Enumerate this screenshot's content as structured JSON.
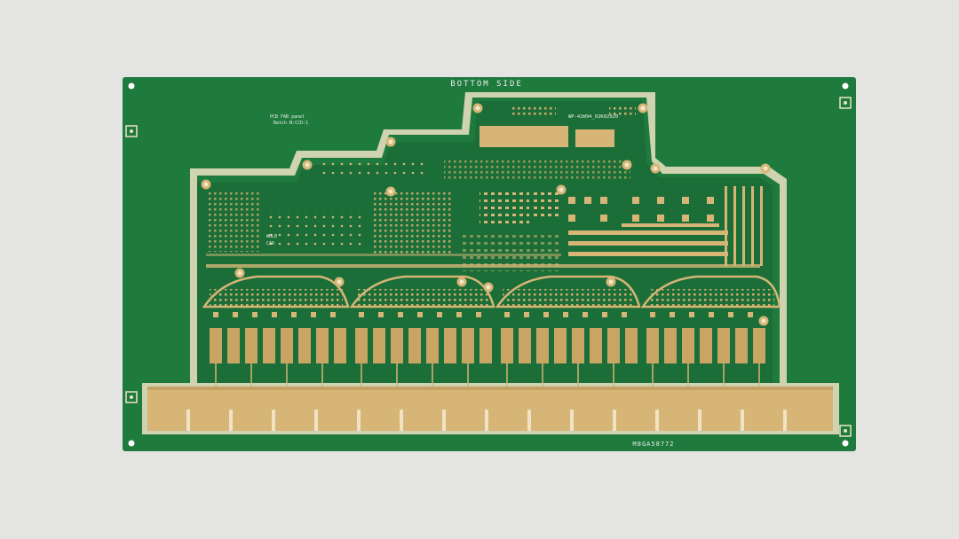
{
  "image": {
    "subject": "pcb-panel",
    "colors": {
      "background": "#e4e4e3",
      "soldermask": "#1f7a3e",
      "soldermask_dark": "#17602f",
      "gold": "#d6b577",
      "gold_dark": "#b8955a",
      "silkscreen": "#e9efe6"
    }
  },
  "silkscreen": {
    "side_label": "BOTTOM SIDE",
    "panel_note_line1": "PCB FAB panel",
    "panel_note_line2": "Batch N:CCD:1",
    "part_number": "WP-42W94_02K02020",
    "serial": "M8GA58772",
    "chip_label_1": "WHLB",
    "chip_label_2": "CAR"
  }
}
